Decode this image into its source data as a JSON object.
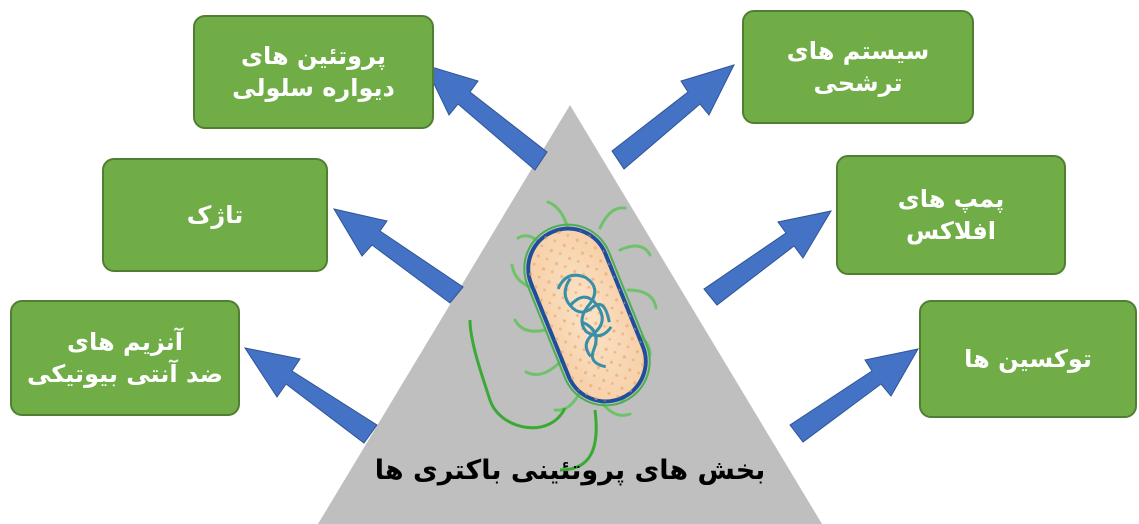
{
  "colors": {
    "box_fill": "#70ad47",
    "box_border": "#507e32",
    "arrow": "#4472c4",
    "triangle": "#bfbfbf",
    "text_on_box": "#ffffff"
  },
  "center": {
    "title": "بخش های پروتئینی باکتری ها",
    "icon": "bacterium-icon"
  },
  "boxes": {
    "cell_wall_proteins": {
      "line1": "پروتئین های",
      "line2": "دیواره سلولی"
    },
    "flagellum": {
      "line1": "تاژک"
    },
    "antibiotic_enzymes": {
      "line1": "آنزیم های",
      "line2": "ضد آنتی بیوتیکی"
    },
    "secretion_systems": {
      "line1": "سیستم های",
      "line2": "ترشحی"
    },
    "efflux_pumps": {
      "line1": "پمپ های",
      "line2": "افلاکس"
    },
    "toxins": {
      "line1": "توکسین ها"
    }
  }
}
